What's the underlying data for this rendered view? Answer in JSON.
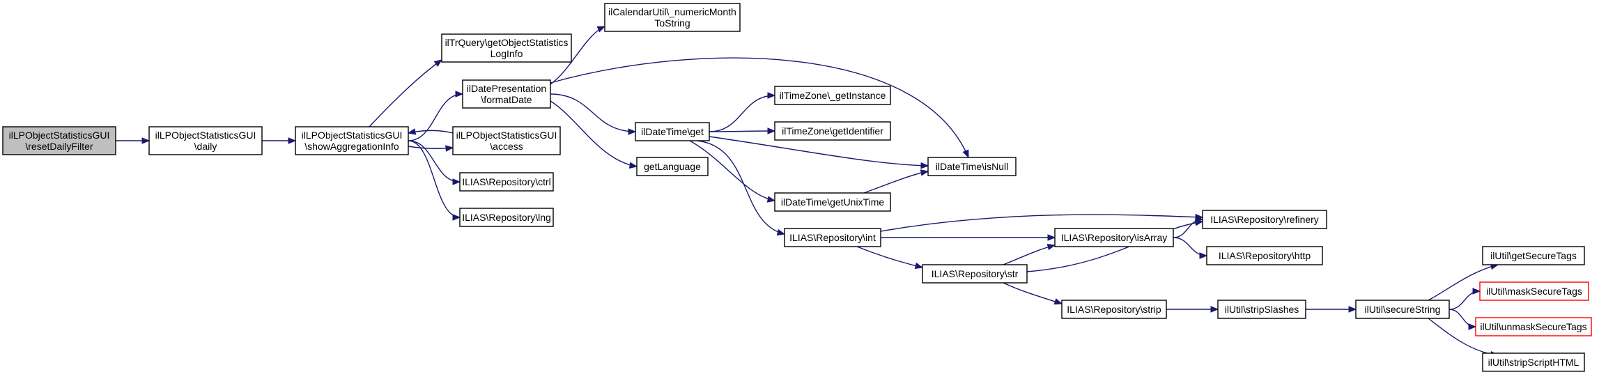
{
  "colors": {
    "edge": "#191970",
    "root_fill": "#bfbfbf",
    "border_red": "#ff0000"
  },
  "nodes": [
    {
      "id": "n0",
      "lines": [
        "ilLPObjectStatisticsGUI",
        "\\resetDailyFilter"
      ]
    },
    {
      "id": "n1",
      "lines": [
        "ilLPObjectStatisticsGUI",
        "\\daily"
      ]
    },
    {
      "id": "n2",
      "lines": [
        "ilLPObjectStatisticsGUI",
        "\\showAggregationInfo"
      ]
    },
    {
      "id": "n3",
      "lines": [
        "ilTrQuery\\getObjectStatistics",
        "LogInfo"
      ]
    },
    {
      "id": "n4",
      "lines": [
        "ilDatePresentation",
        "\\formatDate"
      ]
    },
    {
      "id": "n5",
      "lines": [
        "ilLPObjectStatisticsGUI",
        "\\access"
      ]
    },
    {
      "id": "n6",
      "lines": [
        "ILIAS\\Repository\\ctrl"
      ]
    },
    {
      "id": "n7",
      "lines": [
        "ILIAS\\Repository\\lng"
      ]
    },
    {
      "id": "n8",
      "lines": [
        "ilCalendarUtil\\_numericMonth",
        "ToString"
      ]
    },
    {
      "id": "n9",
      "lines": [
        "ilDateTime\\get"
      ]
    },
    {
      "id": "n10",
      "lines": [
        "getLanguage"
      ]
    },
    {
      "id": "n11",
      "lines": [
        "ilDateTime\\isNull"
      ]
    },
    {
      "id": "n12",
      "lines": [
        "ilTimeZone\\_getInstance"
      ]
    },
    {
      "id": "n13",
      "lines": [
        "ilTimeZone\\getIdentifier"
      ]
    },
    {
      "id": "n14",
      "lines": [
        "ilDateTime\\getUnixTime"
      ]
    },
    {
      "id": "n15",
      "lines": [
        "ILIAS\\Repository\\int"
      ]
    },
    {
      "id": "n16",
      "lines": [
        "ILIAS\\Repository\\refinery"
      ]
    },
    {
      "id": "n17",
      "lines": [
        "ILIAS\\Repository\\isArray"
      ]
    },
    {
      "id": "n18",
      "lines": [
        "ILIAS\\Repository\\str"
      ]
    },
    {
      "id": "n19",
      "lines": [
        "ILIAS\\Repository\\http"
      ]
    },
    {
      "id": "n20",
      "lines": [
        "ILIAS\\Repository\\strip"
      ]
    },
    {
      "id": "n21",
      "lines": [
        "ilUtil\\stripSlashes"
      ]
    },
    {
      "id": "n22",
      "lines": [
        "ilUtil\\secureString"
      ]
    },
    {
      "id": "n23",
      "lines": [
        "ilUtil\\getSecureTags"
      ]
    },
    {
      "id": "n24",
      "lines": [
        "ilUtil\\maskSecureTags"
      ]
    },
    {
      "id": "n25",
      "lines": [
        "ilUtil\\unmaskSecureTags"
      ]
    },
    {
      "id": "n26",
      "lines": [
        "ilUtil\\stripScriptHTML"
      ]
    }
  ],
  "edges": [
    [
      "n0",
      "n1"
    ],
    [
      "n1",
      "n2"
    ],
    [
      "n2",
      "n3"
    ],
    [
      "n2",
      "n4"
    ],
    [
      "n2",
      "n5"
    ],
    [
      "n5",
      "n2"
    ],
    [
      "n2",
      "n6"
    ],
    [
      "n2",
      "n7"
    ],
    [
      "n4",
      "n8"
    ],
    [
      "n4",
      "n9"
    ],
    [
      "n4",
      "n10"
    ],
    [
      "n4",
      "n11"
    ],
    [
      "n9",
      "n12"
    ],
    [
      "n9",
      "n13"
    ],
    [
      "n9",
      "n11"
    ],
    [
      "n9",
      "n14"
    ],
    [
      "n9",
      "n15"
    ],
    [
      "n14",
      "n11"
    ],
    [
      "n15",
      "n16"
    ],
    [
      "n15",
      "n17"
    ],
    [
      "n15",
      "n18"
    ],
    [
      "n17",
      "n16"
    ],
    [
      "n17",
      "n19"
    ],
    [
      "n18",
      "n17"
    ],
    [
      "n18",
      "n16"
    ],
    [
      "n18",
      "n20"
    ],
    [
      "n20",
      "n21"
    ],
    [
      "n21",
      "n22"
    ],
    [
      "n22",
      "n23"
    ],
    [
      "n22",
      "n24"
    ],
    [
      "n22",
      "n25"
    ],
    [
      "n22",
      "n26"
    ]
  ]
}
